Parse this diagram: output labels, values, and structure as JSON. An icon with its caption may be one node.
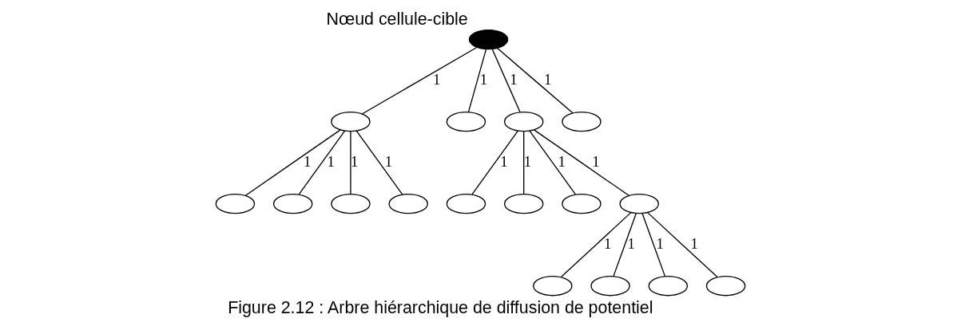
{
  "diagram": {
    "caption": "Figure 2.12 : Arbre hiérarchique de diffusion de potentiel",
    "nodes": [
      {
        "text": [],
        "shape": "ellipse",
        "beside": [
          "Nœud cellule-cible"
        ]
      },
      {
        "text": [],
        "shape": "ellipse"
      },
      {
        "text": [],
        "shape": "ellipse"
      },
      {
        "text": [],
        "shape": "ellipse"
      },
      {
        "text": [],
        "shape": "ellipse"
      },
      {
        "text": [],
        "shape": "ellipse"
      },
      {
        "text": [],
        "shape": "ellipse"
      },
      {
        "text": [],
        "shape": "ellipse"
      },
      {
        "text": [],
        "shape": "ellipse"
      },
      {
        "text": [],
        "shape": "ellipse"
      },
      {
        "text": [],
        "shape": "ellipse"
      },
      {
        "text": [],
        "shape": "ellipse"
      },
      {
        "text": [],
        "shape": "ellipse"
      },
      {
        "text": [],
        "shape": "ellipse"
      },
      {
        "text": [],
        "shape": "ellipse"
      },
      {
        "text": [],
        "shape": "ellipse"
      },
      {
        "text": [],
        "shape": "ellipse"
      }
    ],
    "edges": [
      {
        "from": 0,
        "to": 1,
        "arrow": "none",
        "label": "1"
      },
      {
        "from": 0,
        "to": 2,
        "arrow": "none",
        "label": "1"
      },
      {
        "from": 0,
        "to": 3,
        "arrow": "none",
        "label": "1"
      },
      {
        "from": 0,
        "to": 4,
        "arrow": "none",
        "label": "1"
      },
      {
        "from": 1,
        "to": 5,
        "arrow": "none",
        "label": "1"
      },
      {
        "from": 1,
        "to": 6,
        "arrow": "none",
        "label": "1"
      },
      {
        "from": 1,
        "to": 7,
        "arrow": "none",
        "label": "1"
      },
      {
        "from": 1,
        "to": 8,
        "arrow": "none",
        "label": "1"
      },
      {
        "from": 3,
        "to": 9,
        "arrow": "none",
        "label": "1"
      },
      {
        "from": 3,
        "to": 10,
        "arrow": "none",
        "label": "1"
      },
      {
        "from": 3,
        "to": 11,
        "arrow": "none",
        "label": "1"
      },
      {
        "from": 3,
        "to": 12,
        "arrow": "none",
        "label": "1"
      },
      {
        "from": 12,
        "to": 13,
        "arrow": "none",
        "label": "1"
      },
      {
        "from": 12,
        "to": 14,
        "arrow": "none",
        "label": "1"
      },
      {
        "from": 12,
        "to": 15,
        "arrow": "none",
        "label": "1"
      },
      {
        "from": 12,
        "to": 16,
        "arrow": "none",
        "label": "1"
      }
    ]
  }
}
